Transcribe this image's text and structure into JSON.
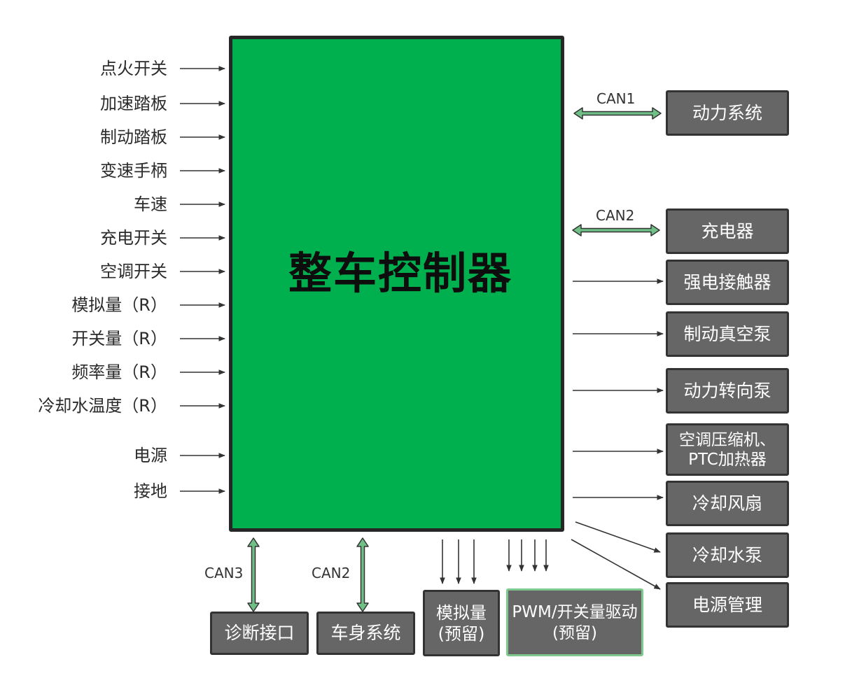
{
  "controller": {
    "title": "整车控制器"
  },
  "inputs": [
    "点火开关",
    "加速踏板",
    "制动踏板",
    "变速手柄",
    "车速",
    "充电开关",
    "空调开关",
    "模拟量（R）",
    "开关量（R）",
    "频率量（R）",
    "冷却水温度（R）",
    "电源",
    "接地"
  ],
  "outputs": {
    "power_system": "动力系统",
    "charger": "充电器",
    "hv_contactor": "强电接触器",
    "brake_vacuum_pump": "制动真空泵",
    "power_steering_pump": "动力转向泵",
    "ac_compressor_line1": "空调压缩机、",
    "ac_compressor_line2": "PTC加热器",
    "cooling_fan": "冷却风扇",
    "cooling_pump": "冷却水泵",
    "power_management": "电源管理"
  },
  "bottom": {
    "diagnostic": "诊断接口",
    "body_system": "车身系统",
    "analog_line1": "模拟量",
    "analog_line2": "(预留)",
    "pwm_line1": "PWM/开关量驱动",
    "pwm_line2": "(预留)"
  },
  "buses": {
    "can1": "CAN1",
    "can2_right": "CAN2",
    "can3": "CAN3",
    "can2_bottom": "CAN2"
  },
  "colors": {
    "controller_fill": "#00b04f",
    "box_fill": "#666666",
    "can_arrow": "#6fbf86"
  }
}
